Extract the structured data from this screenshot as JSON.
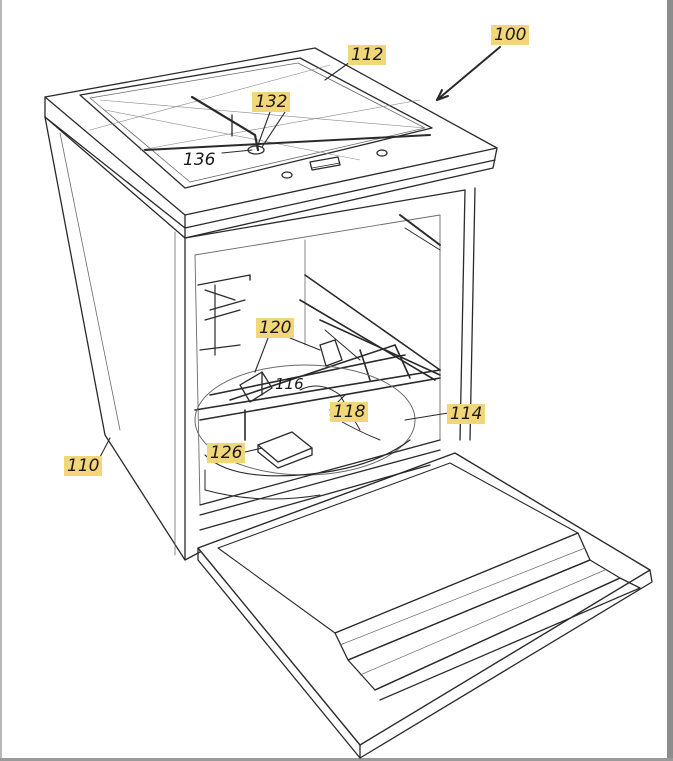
{
  "figure": {
    "labels": {
      "l100": "100",
      "l112": "112",
      "l132": "132",
      "l136": "136",
      "l120": "120",
      "l116": "116",
      "l118": "118",
      "l114": "114",
      "l126": "126",
      "l110": "110"
    },
    "colors": {
      "highlight": "#f2d67a",
      "line": "#2a2a2a",
      "light_line": "#6a6a6a"
    }
  }
}
